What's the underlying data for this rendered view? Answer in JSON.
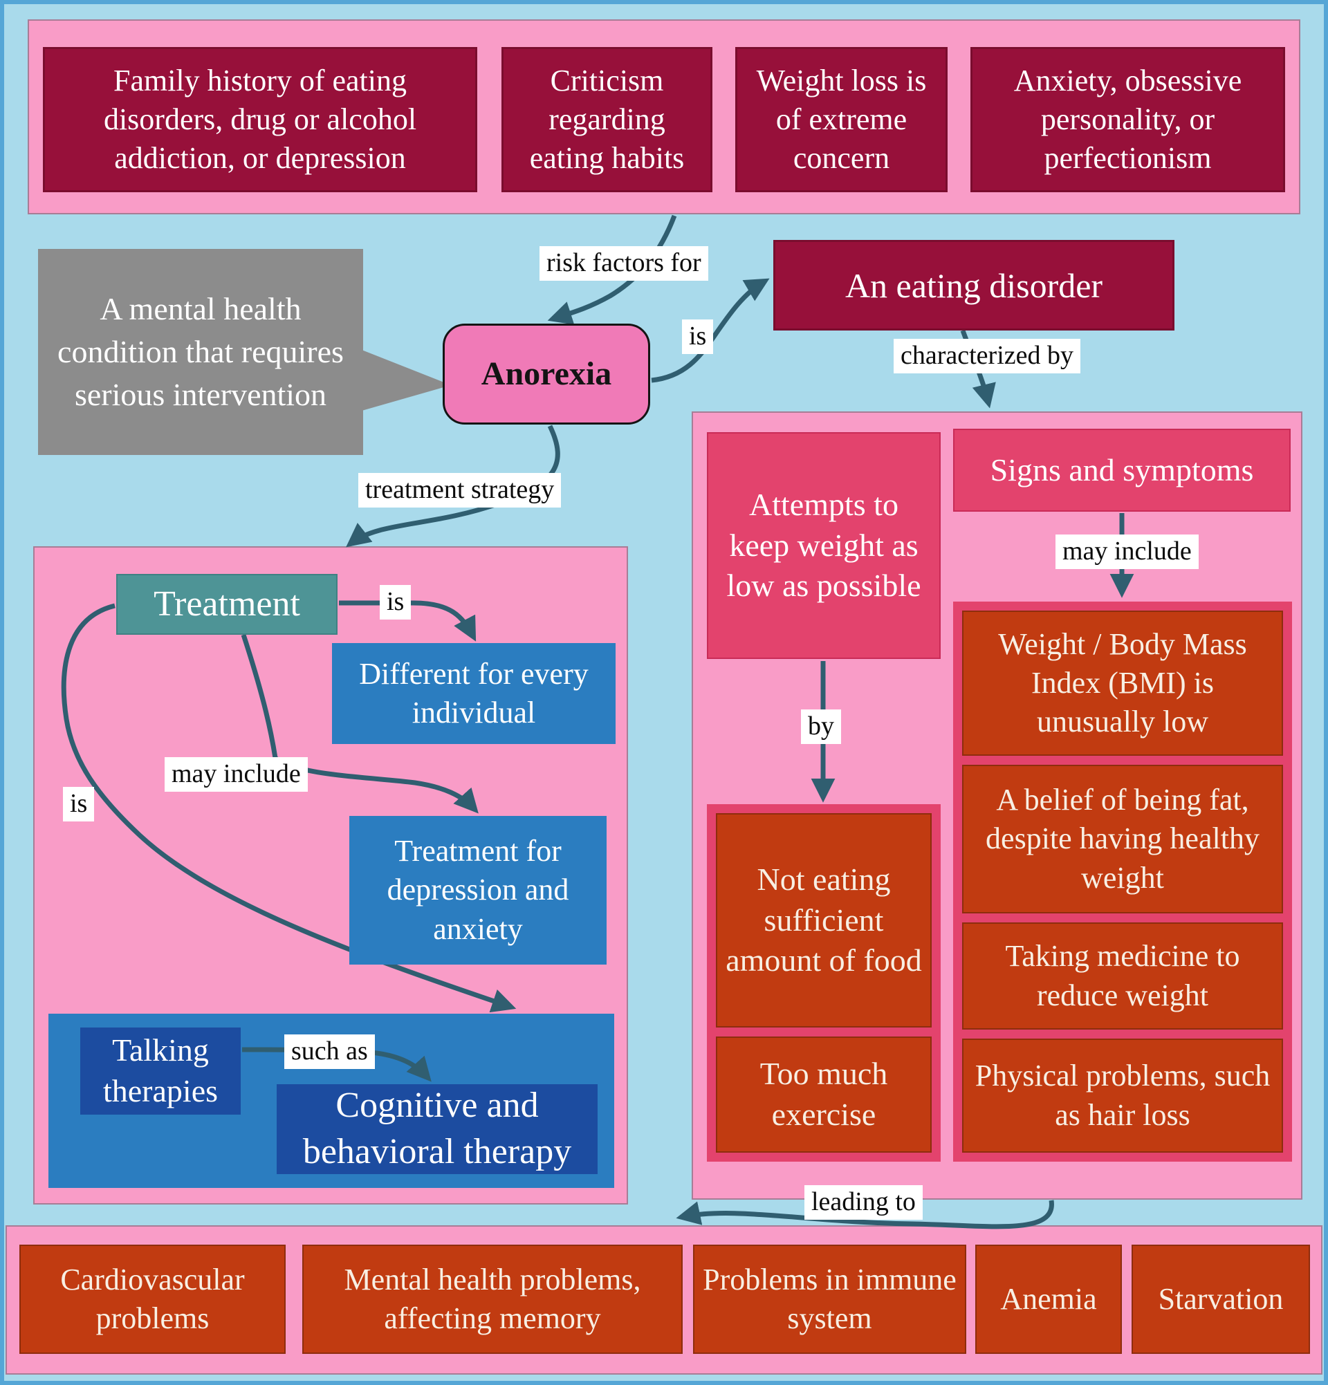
{
  "diagram": {
    "title_concept": "Anorexia",
    "colors": {
      "background": "#A9DAEB",
      "frame": "#55A6D6",
      "pink_container": "#F99CC7",
      "maroon_box": "#97103A",
      "gray_callout": "#8C8C8C",
      "anorexia_node": "#F07AB7",
      "teal_node": "#4E9496",
      "blue_node": "#2B7DC0",
      "dark_blue_node": "#1C4CA0",
      "crimson_node": "#E3436D",
      "orange_node": "#C13B11",
      "arrow": "#305E70"
    },
    "risk_factors": {
      "items": [
        "Family history of eating disorders, drug or alcohol addiction, or depression",
        "Criticism regarding eating habits",
        "Weight loss is of extreme concern",
        "Anxiety, obsessive personality, or perfectionism"
      ]
    },
    "nodes": {
      "callout": "A mental health condition that requires serious intervention",
      "anorexia": "Anorexia",
      "eating_disorder": "An eating disorder",
      "treatment": "Treatment",
      "different": "Different for every individual",
      "depression_treatment": "Treatment for depression and anxiety",
      "talking_therapies": "Talking therapies",
      "cbt": "Cognitive and behavioral therapy",
      "attempts": "Attempts to keep weight as low as possible",
      "signs": "Signs and symptoms"
    },
    "behaviors": {
      "items": [
        "Not eating sufficient amount of food",
        "Too much exercise"
      ]
    },
    "symptoms": {
      "items": [
        "Weight / Body Mass Index (BMI) is unusually low",
        "A belief of being fat, despite having healthy weight",
        "Taking medicine to reduce weight",
        "Physical problems, such as hair loss"
      ]
    },
    "consequences": {
      "items": [
        "Cardiovascular problems",
        "Mental health problems, affecting memory",
        "Problems in immune system",
        "Anemia",
        "Starvation"
      ]
    },
    "edges": {
      "risk_factors_for": "risk factors for",
      "is_disorder": "is",
      "characterized_by": "characterized by",
      "treatment_strategy": "treatment strategy",
      "is_different": "is",
      "may_include_treatment": "may include",
      "is_talking": "is",
      "such_as": "such as",
      "may_include_symptoms": "may include",
      "by": "by",
      "leading_to": "leading to"
    }
  }
}
